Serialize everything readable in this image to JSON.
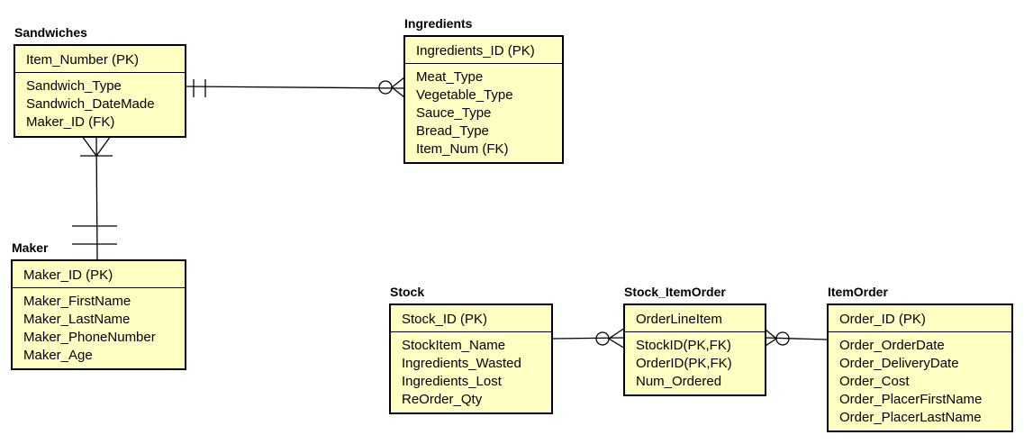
{
  "entities": {
    "sandwiches": {
      "title": "Sandwiches",
      "pk": "Item_Number (PK)",
      "attributes": [
        "Sandwich_Type",
        "Sandwich_DateMade",
        "Maker_ID (FK)"
      ]
    },
    "ingredients": {
      "title": "Ingredients",
      "pk": "Ingredients_ID (PK)",
      "attributes": [
        "Meat_Type",
        "Vegetable_Type",
        "Sauce_Type",
        "Bread_Type",
        "Item_Num (FK)"
      ]
    },
    "maker": {
      "title": "Maker",
      "pk": "Maker_ID (PK)",
      "attributes": [
        "Maker_FirstName",
        "Maker_LastName",
        "Maker_PhoneNumber",
        "Maker_Age"
      ]
    },
    "stock": {
      "title": "Stock",
      "pk": "Stock_ID (PK)",
      "attributes": [
        "StockItem_Name",
        "Ingredients_Wasted",
        "Ingredients_Lost",
        "ReOrder_Qty"
      ]
    },
    "stock_itemorder": {
      "title": "Stock_ItemOrder",
      "pk": "OrderLineItem",
      "attributes": [
        "StockID(PK,FK)",
        "OrderID(PK,FK)",
        "Num_Ordered"
      ]
    },
    "itemorder": {
      "title": "ItemOrder",
      "pk": "Order_ID (PK)",
      "attributes": [
        "Order_OrderDate",
        "Order_DeliveryDate",
        "Order_Cost",
        "Order_PlacerFirstName",
        "Order_PlacerLastName"
      ]
    }
  },
  "relationships": [
    {
      "from": "sandwiches",
      "from_cardinality": "one-and-only-one",
      "to": "ingredients",
      "to_cardinality": "zero-or-many"
    },
    {
      "from": "sandwiches",
      "from_cardinality": "one-or-many",
      "to": "maker",
      "to_cardinality": "one-and-only-one"
    },
    {
      "from": "stock",
      "from_cardinality": "none",
      "to": "stock_itemorder",
      "to_cardinality": "zero-or-many"
    },
    {
      "from": "itemorder",
      "from_cardinality": "none",
      "to": "stock_itemorder",
      "to_cardinality": "zero-or-many"
    }
  ],
  "colors": {
    "entity_fill": "#ffffc4",
    "stroke": "#000000",
    "background": "#ffffff"
  }
}
